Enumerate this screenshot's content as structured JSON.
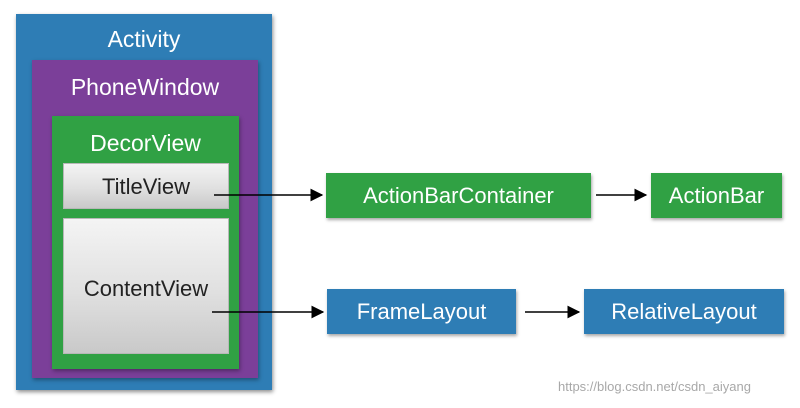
{
  "diagram": {
    "nodes": {
      "activity": "Activity",
      "phone_window": "PhoneWindow",
      "decor_view": "DecorView",
      "title_view": "TitleView",
      "content_view": "ContentView",
      "action_bar_container": "ActionBarContainer",
      "action_bar": "ActionBar",
      "frame_layout": "FrameLayout",
      "relative_layout": "RelativeLayout"
    },
    "edges": [
      {
        "from": "TitleView",
        "to": "ActionBarContainer"
      },
      {
        "from": "ActionBarContainer",
        "to": "ActionBar"
      },
      {
        "from": "ContentView",
        "to": "FrameLayout"
      },
      {
        "from": "FrameLayout",
        "to": "RelativeLayout"
      }
    ],
    "colors": {
      "activity": "#2e7db5",
      "phone_window": "#7b3f99",
      "decor_view": "#30a144",
      "view_grey": "#e0e0e0",
      "arrow": "#000000"
    }
  },
  "watermark": "https://blog.csdn.net/csdn_aiyang"
}
